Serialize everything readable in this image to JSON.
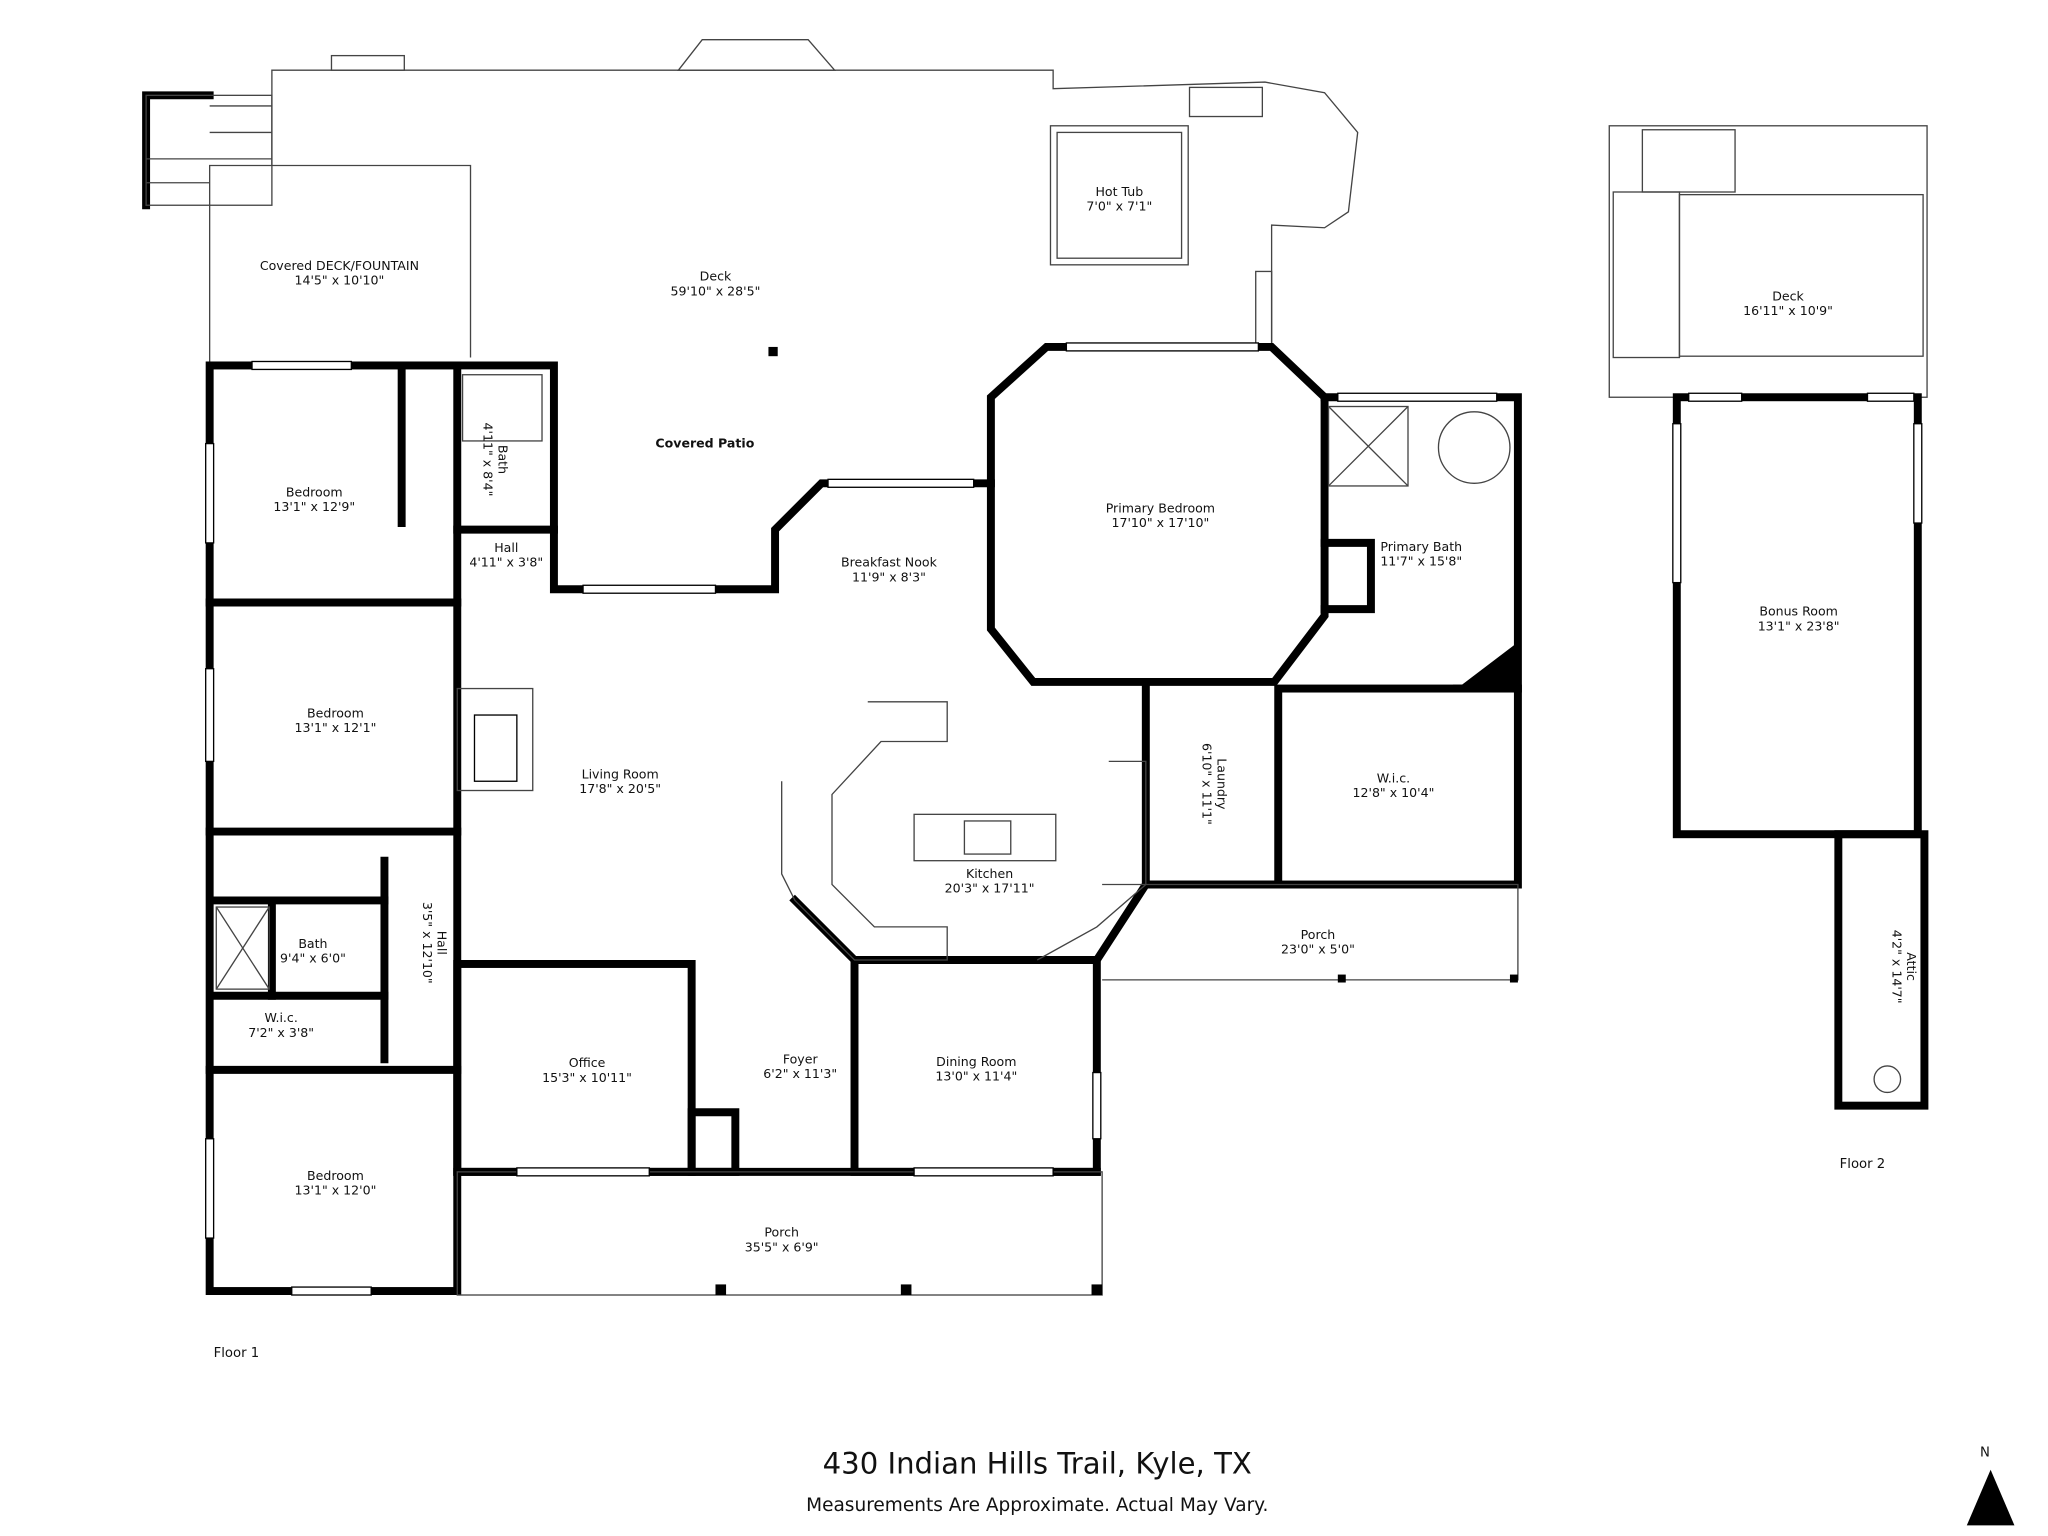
{
  "title": "430 Indian Hills Trail, Kyle, TX",
  "subtitle": "Measurements Are Approximate. Actual May Vary.",
  "compass": {
    "label": "N",
    "icon": "north-arrow-icon"
  },
  "floors": [
    {
      "label": "Floor 1",
      "rooms": [
        {
          "name": "Covered DECK/FOUNTAIN",
          "dims": "14'5\" x 10'10\""
        },
        {
          "name": "Deck",
          "dims": "59'10\" x 28'5\""
        },
        {
          "name": "Hot Tub",
          "dims": "7'0\" x 7'1\""
        },
        {
          "name": "Covered Patio",
          "dims": ""
        },
        {
          "name": "Bedroom",
          "dims": "13'1\" x 12'9\""
        },
        {
          "name": "Bath",
          "dims": "4'11\" x 8'4\""
        },
        {
          "name": "Hall",
          "dims": "4'11\" x 3'8\""
        },
        {
          "name": "Breakfast Nook",
          "dims": "11'9\" x 8'3\""
        },
        {
          "name": "Primary Bedroom",
          "dims": "17'10\" x 17'10\""
        },
        {
          "name": "Primary Bath",
          "dims": "11'7\" x 15'8\""
        },
        {
          "name": "Bedroom",
          "dims": "13'1\" x 12'1\""
        },
        {
          "name": "Living Room",
          "dims": "17'8\" x 20'5\""
        },
        {
          "name": "Laundry",
          "dims": "6'10\" x 11'1\""
        },
        {
          "name": "W.i.c.",
          "dims": "12'8\" x 10'4\""
        },
        {
          "name": "Kitchen",
          "dims": "20'3\" x 17'11\""
        },
        {
          "name": "Bath",
          "dims": "9'4\" x 6'0\""
        },
        {
          "name": "Hall",
          "dims": "3'5\" x 12'10\""
        },
        {
          "name": "Porch",
          "dims": "23'0\" x 5'0\""
        },
        {
          "name": "W.i.c.",
          "dims": "7'2\" x 3'8\""
        },
        {
          "name": "Office",
          "dims": "15'3\" x 10'11\""
        },
        {
          "name": "Foyer",
          "dims": "6'2\" x 11'3\""
        },
        {
          "name": "Dining Room",
          "dims": "13'0\" x 11'4\""
        },
        {
          "name": "Bedroom",
          "dims": "13'1\" x 12'0\""
        },
        {
          "name": "Porch",
          "dims": "35'5\" x 6'9\""
        }
      ]
    },
    {
      "label": "Floor 2",
      "rooms": [
        {
          "name": "Deck",
          "dims": "16'11\" x 10'9\""
        },
        {
          "name": "Bonus Room",
          "dims": "13'1\" x 23'8\""
        },
        {
          "name": "Attic",
          "dims": "4'2\" x 14'7\""
        }
      ]
    }
  ]
}
